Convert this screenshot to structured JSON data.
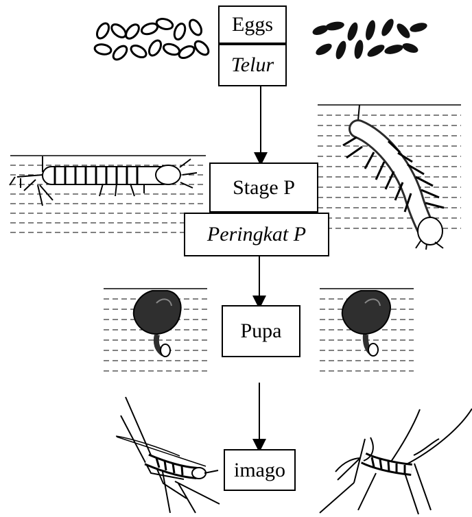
{
  "stages": {
    "eggs": "Eggs",
    "telur": "Telur",
    "stage_p": "Stage P",
    "peringkat_p": "Peringkat P",
    "pupa": "Pupa",
    "imago": "imago"
  },
  "illustrations": {
    "eggs_left": "aedes-eggs-icon",
    "eggs_right": "anopheles-eggs-icon",
    "larva_left": "horizontal-larva-icon",
    "larva_right": "hanging-larva-icon",
    "pupa_left": "pupa-icon",
    "pupa_right": "pupa-icon",
    "adult_left": "mosquito-left-icon",
    "adult_right": "mosquito-right-icon"
  },
  "colors": {
    "line": "#000000",
    "background": "#ffffff"
  }
}
